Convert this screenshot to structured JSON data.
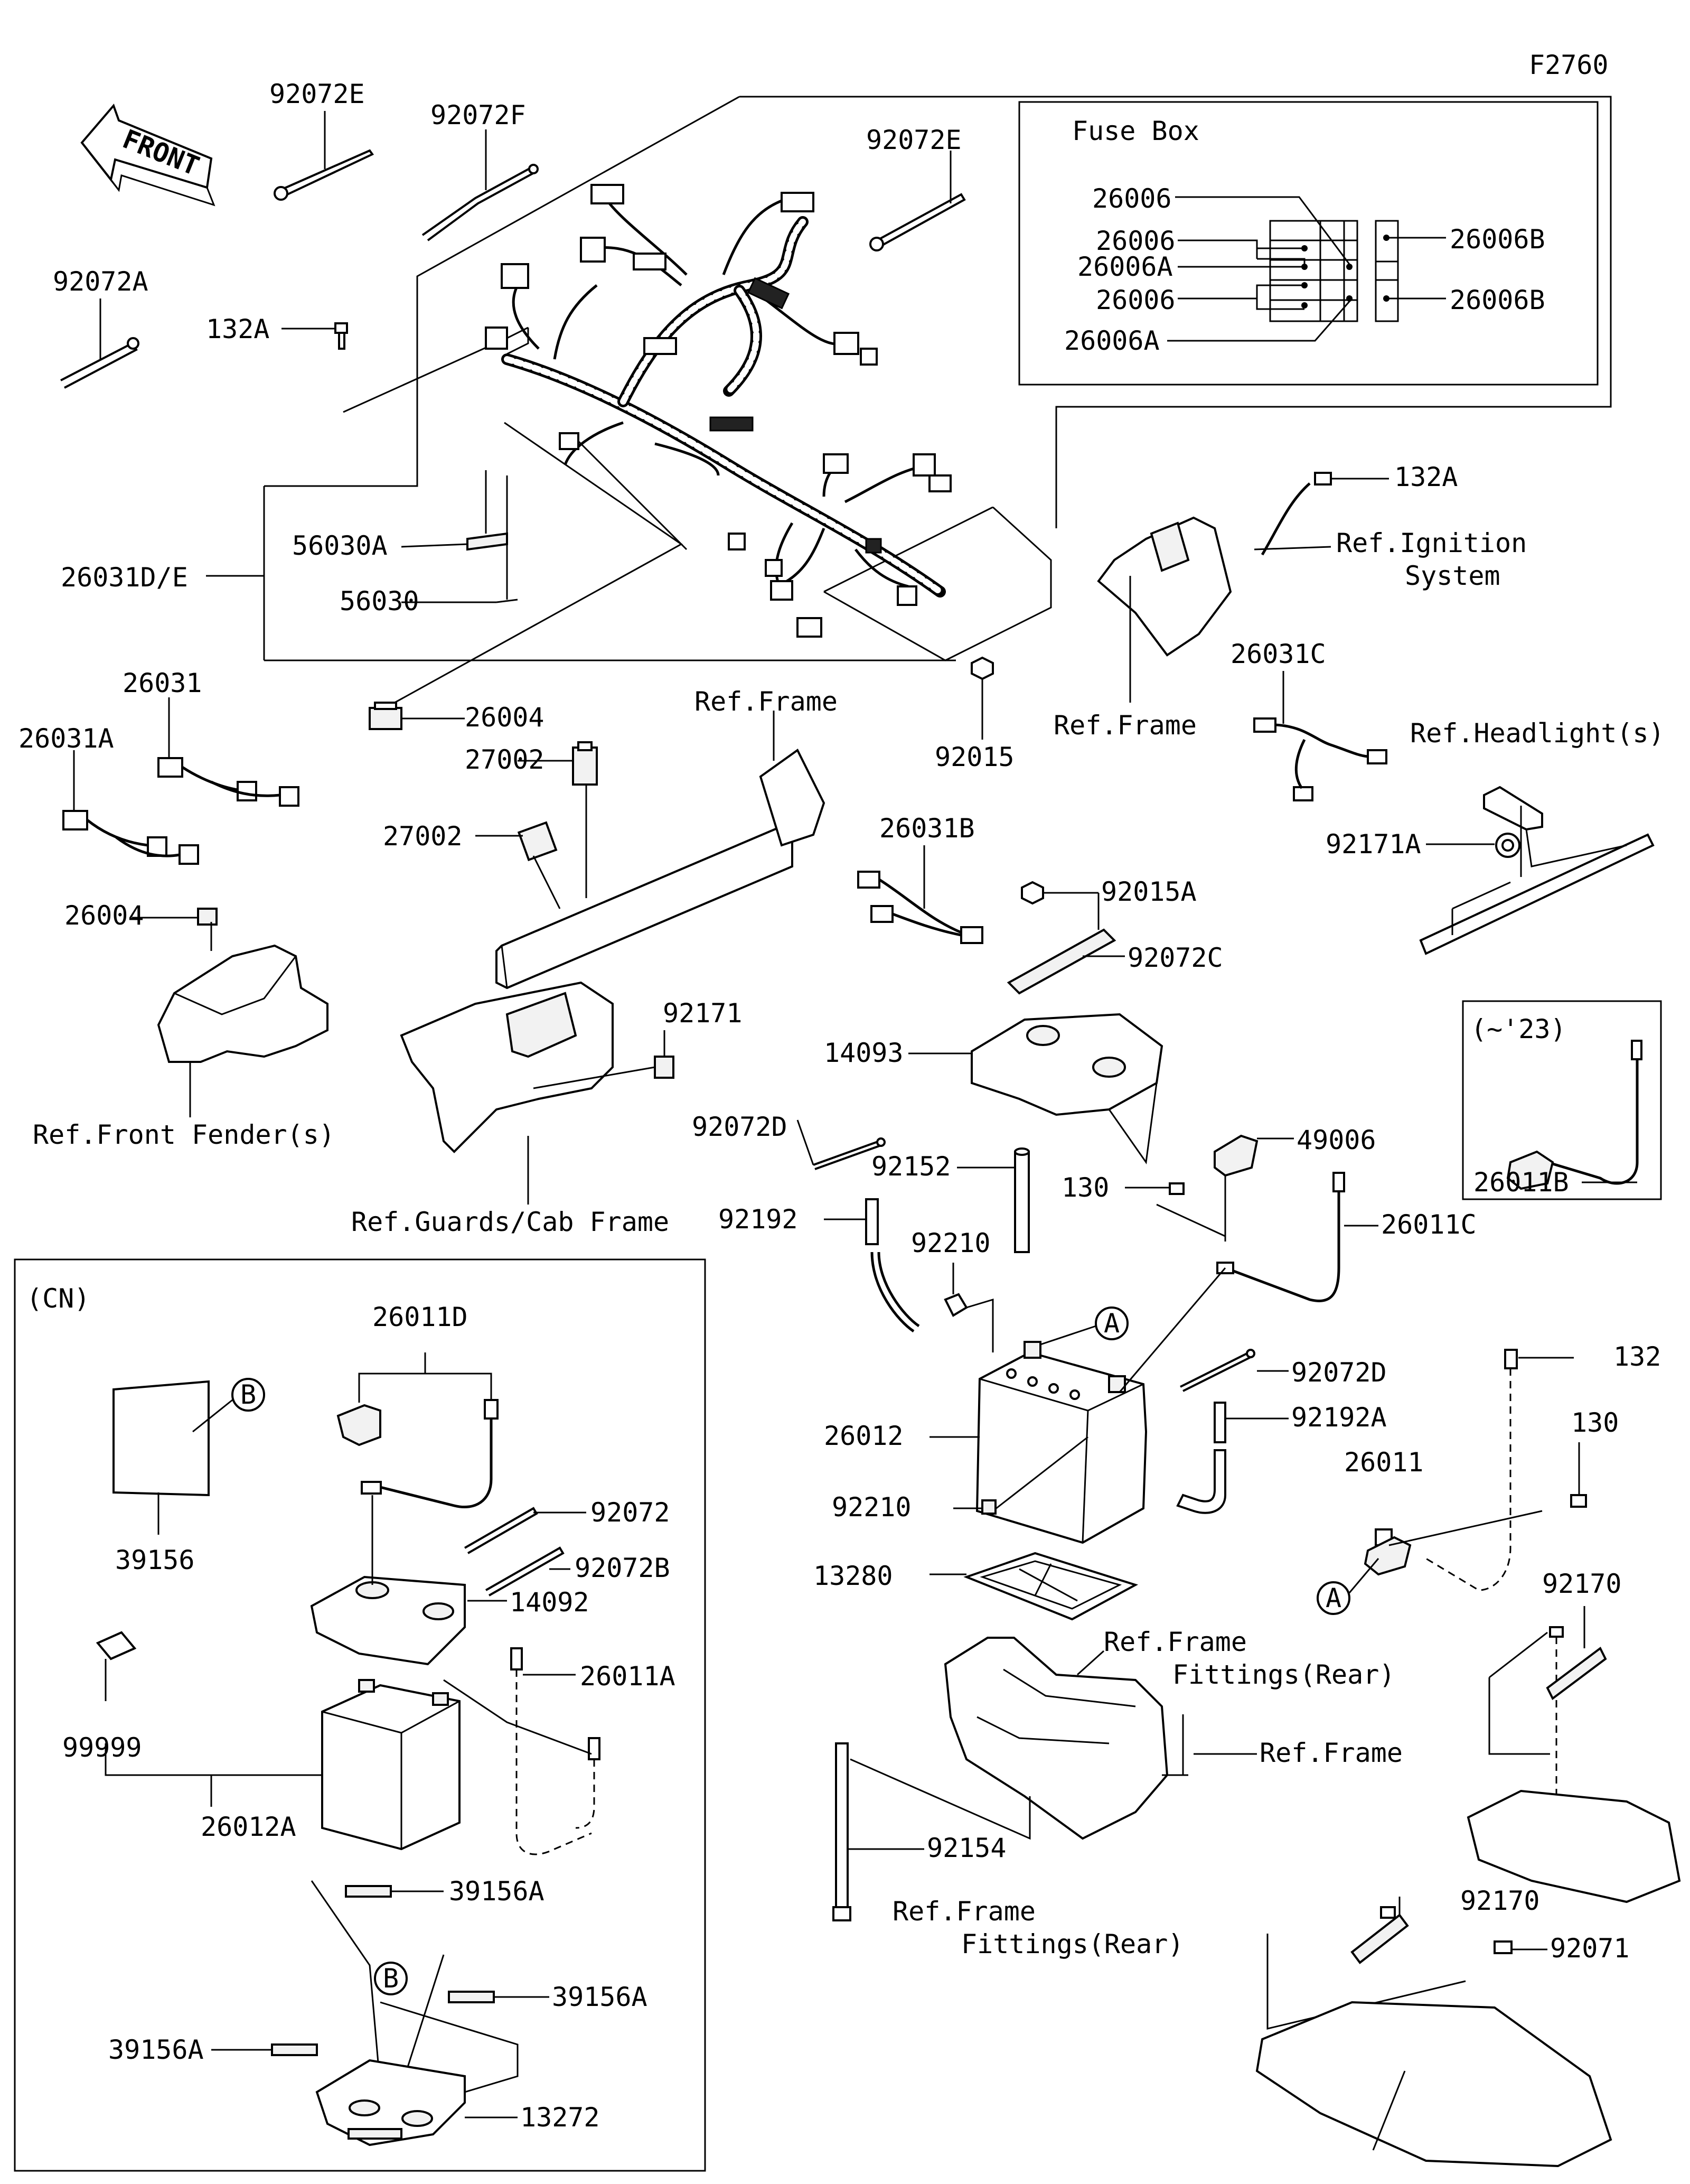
{
  "figure_code": "F2760",
  "front_label": "FRONT",
  "fuse_box": {
    "title": "Fuse Box",
    "labels": [
      "26006",
      "26006",
      "26006A",
      "26006",
      "26006A",
      "26006B",
      "26006B"
    ]
  },
  "boxes": {
    "early_model": "(~'23)",
    "cn": "(CN)"
  },
  "callouts": {
    "c1": "A",
    "c2": "A",
    "c3": "B",
    "c4": "B"
  },
  "parts": [
    "92072E",
    "92072F",
    "92072E",
    "92072A",
    "132A",
    "26031D/E",
    "56030A",
    "56030",
    "26004",
    "132A",
    "Ref.Ignition\nSystem",
    "92015",
    "Ref.Frame",
    "26031C",
    "Ref.Headlight(s)",
    "92171A",
    "26031",
    "26031A",
    "27002",
    "27002",
    "Ref.Frame",
    "26004",
    "26031B",
    "92015A",
    "92072C",
    "92171",
    "14093",
    "Ref.Front Fender(s)",
    "92072D",
    "92152",
    "130",
    "49006",
    "Ref.Guards/Cab Frame",
    "92192",
    "92210",
    "26011C",
    "26011B",
    "92072D",
    "132",
    "26012",
    "92192A",
    "130",
    "26011",
    "92210",
    "13280",
    "92170",
    "Ref.Frame\nFittings(Rear)",
    "Ref.Frame",
    "92154",
    "Ref.Frame\nFittings(Rear)",
    "92170",
    "92071",
    "26011D",
    "39156",
    "92072",
    "92072B",
    "14092",
    "26011A",
    "99999",
    "26012A",
    "39156A",
    "39156A",
    "39156A",
    "13272"
  ]
}
